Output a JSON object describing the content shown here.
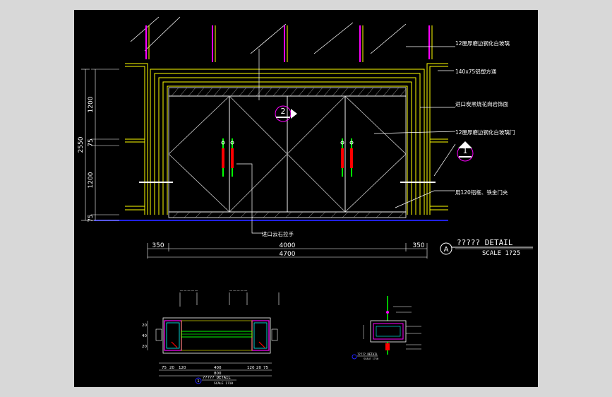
{
  "drawing": {
    "colors": {
      "background": "#000000",
      "viewport": "#d8d8d8",
      "frame": "#ffff00",
      "glass": "#ffffff",
      "mullion": "#ff00ff",
      "handle": "#ff0000",
      "accent": "#00ff00",
      "floor": "#2020ff",
      "dimension": "#ffffff"
    },
    "elevation": {
      "labels": [
        "12厘厚磨边钢化白玻璃",
        "140x75铝塑方通",
        "进口炭黑烧花岗岩饰面",
        "12厘厚磨边钢化白玻璃门",
        "用120铝框、铁金门夹",
        "进口云石拉手"
      ],
      "vertical_dims": {
        "overall": "2550",
        "parts": [
          "1200",
          "75",
          "1200",
          "75"
        ]
      },
      "horizontal_dims": {
        "parts": [
          "350",
          "4000",
          "350"
        ],
        "overall": "4700"
      },
      "markers": {
        "marker_2": "2",
        "marker_1": "1"
      },
      "detail_title": {
        "letter": "A",
        "title": "????? DETAIL",
        "scale": "SCALE 1?25"
      }
    },
    "section_1": {
      "title": "????? DETAIL",
      "scale": "SCALE 1?10",
      "marker": "1",
      "dims_bottom": [
        "75",
        "20",
        "120",
        "120",
        "20",
        "75"
      ],
      "dim_mid": "400",
      "dim_overall": "800",
      "dims_left": [
        "20",
        "40",
        "20"
      ]
    },
    "section_2": {
      "title": "????? DETAIL",
      "scale": "SCALE 1?10"
    }
  }
}
